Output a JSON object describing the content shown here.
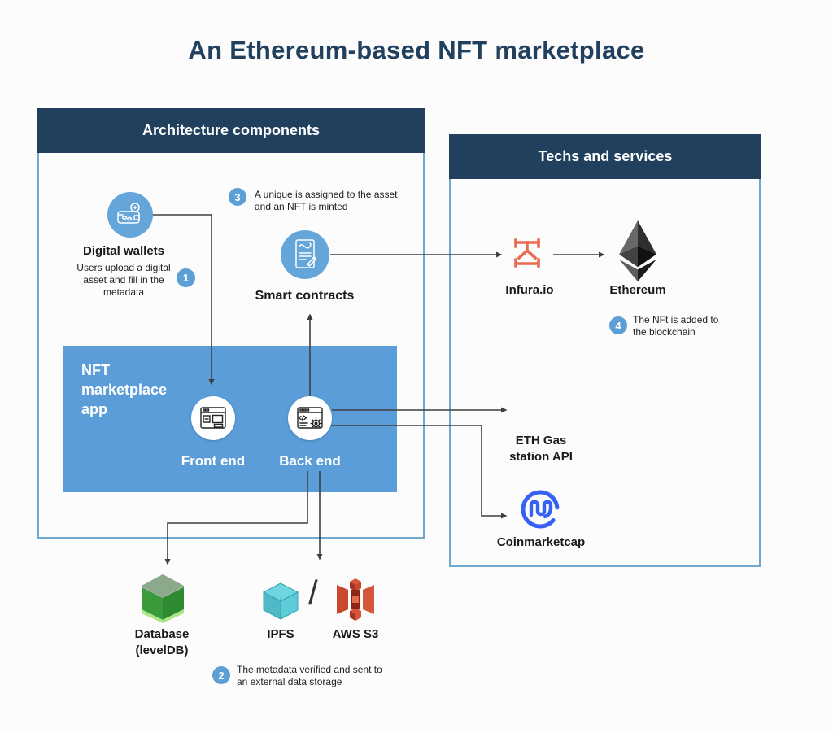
{
  "title": "An Ethereum-based NFT marketplace",
  "colors": {
    "background": "#fcfcfc",
    "navy": "#20405e",
    "panel-border": "#6fa9cf",
    "app-blue": "#5b9dd8",
    "icon-blue": "#64a5da",
    "badge-blue": "#5b9fd6",
    "line": "#3f3f3f",
    "infura-orange": "#ec6a51",
    "cmc-blue": "#3761f2",
    "db-green": "#38983a",
    "ipfs-teal": "#5ecbd8",
    "aws-red": "#c8472e"
  },
  "architecture": {
    "header": "Architecture components",
    "wallet": {
      "label": "Digital wallets",
      "description": "Users upload a digital asset and fill in the metadata",
      "icon": "wallet-icon"
    },
    "contracts": {
      "label": "Smart contracts",
      "icon": "contract-icon"
    },
    "app": {
      "label": "NFT marketplace app",
      "front_end": "Front end",
      "back_end": "Back end",
      "front_icon": "browser-layout-icon",
      "back_icon": "browser-gear-icon"
    }
  },
  "techs": {
    "header": "Techs and services",
    "infura": {
      "label": "Infura.io",
      "icon": "infura-logo"
    },
    "ethereum": {
      "label": "Ethereum",
      "icon": "ethereum-logo"
    },
    "eth_gas": {
      "label": "ETH Gas station API"
    },
    "coinmarketcap": {
      "label": "Coinmarketcap",
      "icon": "coinmarketcap-logo"
    }
  },
  "storage": {
    "database": {
      "label": "Database",
      "sublabel": "(levelDB)",
      "icon": "database-cube-icon"
    },
    "ipfs": {
      "label": "IPFS",
      "icon": "ipfs-cube-icon"
    },
    "separator": "/",
    "aws": {
      "label": "AWS S3",
      "icon": "aws-s3-icon"
    }
  },
  "steps": {
    "s1": {
      "number": "1"
    },
    "s2": {
      "number": "2",
      "text": "The metadata verified and sent to an external data storage"
    },
    "s3": {
      "number": "3",
      "text": "A unique is assigned to the asset and an NFT is minted"
    },
    "s4": {
      "number": "4",
      "text": "The NFt is added to the blockchain"
    }
  }
}
